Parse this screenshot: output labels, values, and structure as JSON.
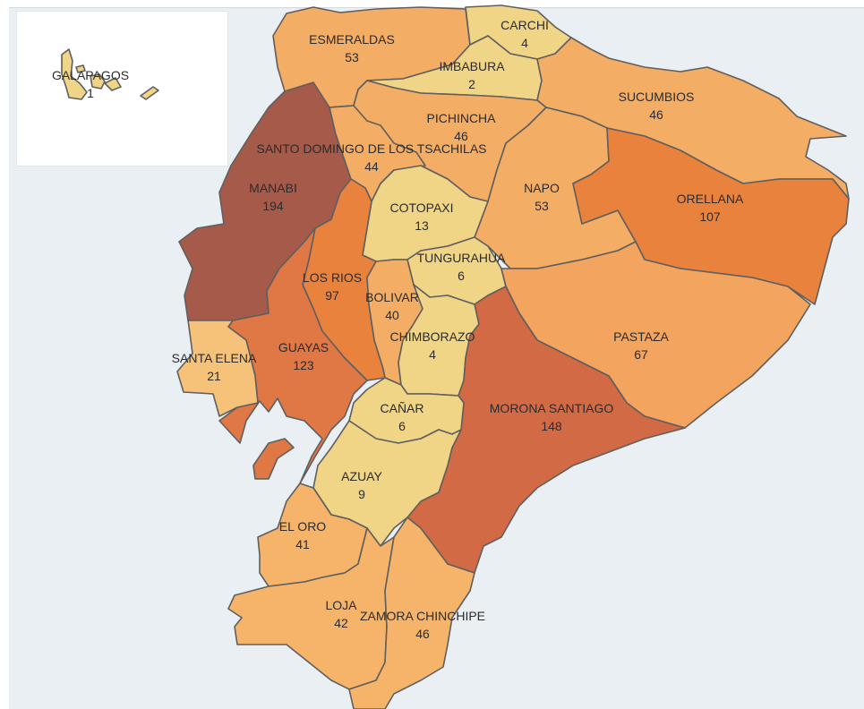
{
  "map": {
    "colors": {
      "sea": "#e9eff3",
      "border": "#5f5f5f",
      "scale_low": "#f1d587",
      "scale_mid": "#f3a45e",
      "scale_high": "#e9823d",
      "scale_top": "#a65a4a"
    },
    "provinces": [
      {
        "name": "CARCHI",
        "value": 4
      },
      {
        "name": "ESMERALDAS",
        "value": 53
      },
      {
        "name": "IMBABURA",
        "value": 2
      },
      {
        "name": "SUCUMBIOS",
        "value": 46
      },
      {
        "name": "PICHINCHA",
        "value": 46
      },
      {
        "name": "SANTO DOMINGO DE LOS TSACHILAS",
        "value": 44
      },
      {
        "name": "MANABI",
        "value": 194
      },
      {
        "name": "NAPO",
        "value": 53
      },
      {
        "name": "ORELLANA",
        "value": 107
      },
      {
        "name": "COTOPAXI",
        "value": 13
      },
      {
        "name": "TUNGURAHUA",
        "value": 6
      },
      {
        "name": "LOS RIOS",
        "value": 97
      },
      {
        "name": "BOLIVAR",
        "value": 40
      },
      {
        "name": "CHIMBORAZO",
        "value": 4
      },
      {
        "name": "PASTAZA",
        "value": 67
      },
      {
        "name": "SANTA ELENA",
        "value": 21
      },
      {
        "name": "GUAYAS",
        "value": 123
      },
      {
        "name": "CAÑAR",
        "value": 6
      },
      {
        "name": "MORONA SANTIAGO",
        "value": 148
      },
      {
        "name": "AZUAY",
        "value": 9
      },
      {
        "name": "EL ORO",
        "value": 41
      },
      {
        "name": "LOJA",
        "value": 42
      },
      {
        "name": "ZAMORA CHINCHIPE",
        "value": 46
      },
      {
        "name": "GALAPAGOS",
        "value": 1
      }
    ]
  }
}
